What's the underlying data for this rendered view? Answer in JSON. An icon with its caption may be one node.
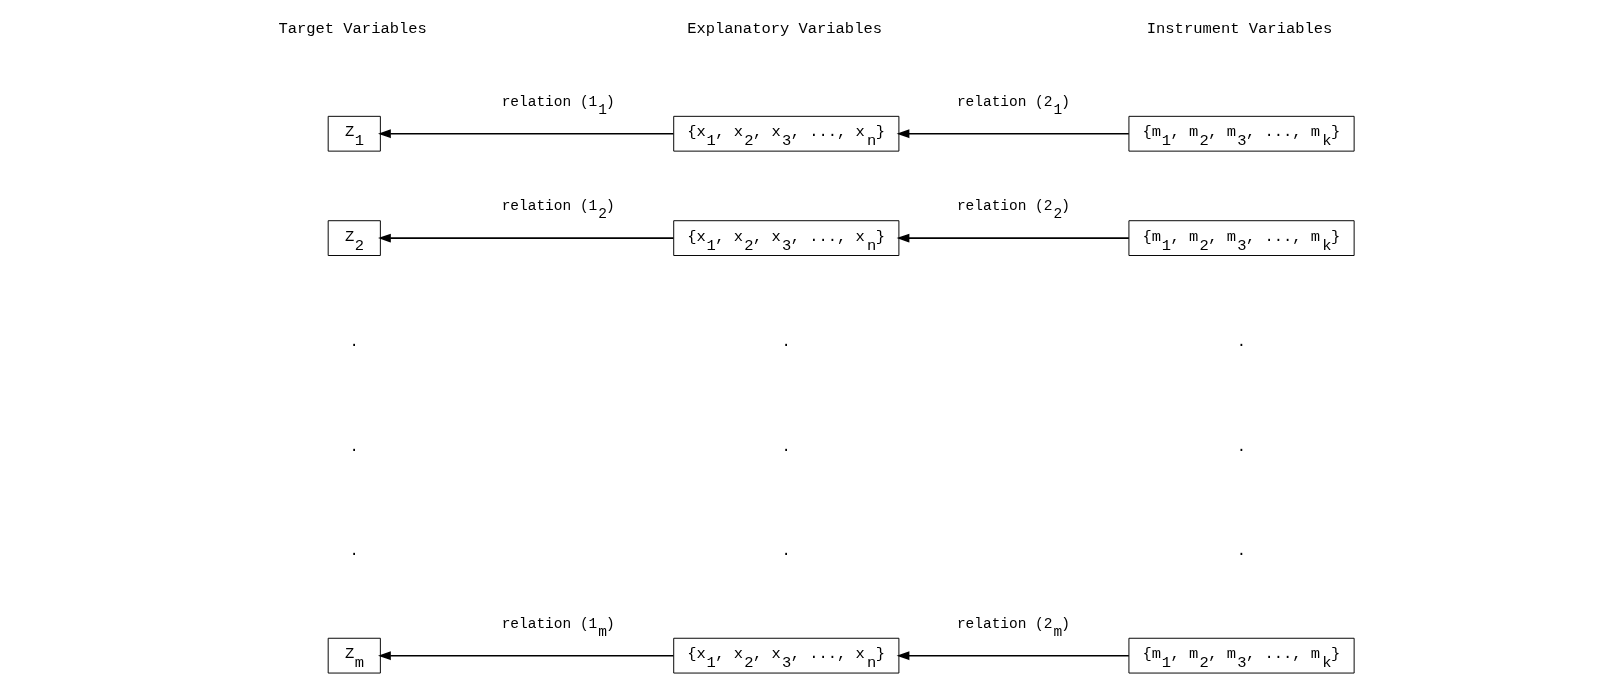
{
  "diagram": {
    "nodes": [
      {
        "text": [
          "Z$_{1}$"
        ]
      },
      {
        "text": [
          "{x$_{1}$, x$_{2}$, x$_{3}$, ..., x$_{n}$}"
        ]
      },
      {
        "text": [
          "{m$_{1}$, m$_{2}$, m$_{3}$, ..., m$_{k}$}"
        ]
      },
      {
        "text": [
          "Z$_{2}$"
        ]
      },
      {
        "text": [
          "{x$_{1}$, x$_{2}$, x$_{3}$, ..., x$_{n}$}"
        ]
      },
      {
        "text": [
          "{m$_{1}$, m$_{2}$, m$_{3}$, ..., m$_{k}$}"
        ]
      },
      {
        "text": [
          "Z$_{m}$"
        ]
      },
      {
        "text": [
          "{x$_{1}$, x$_{2}$, x$_{3}$, ..., x$_{n}$}"
        ]
      },
      {
        "text": [
          "{m$_{1}$, m$_{2}$, m$_{3}$, ..., m$_{k}$}"
        ]
      }
    ],
    "edges": [
      {
        "from": 1,
        "to": 0,
        "arrow": "to",
        "label": "relation (1$_{1}$)"
      },
      {
        "from": 2,
        "to": 1,
        "arrow": "to",
        "label": "relation (2$_{1}$)"
      },
      {
        "from": 4,
        "to": 3,
        "arrow": "to",
        "label": "relation (1$_{2}$)"
      },
      {
        "from": 5,
        "to": 4,
        "arrow": "to",
        "label": "relation (2$_{2}$)"
      },
      {
        "from": 7,
        "to": 6,
        "arrow": "to",
        "label": "relation (1$_{m}$)"
      },
      {
        "from": 8,
        "to": 7,
        "arrow": "to",
        "label": "relation (2$_{m}$)"
      }
    ],
    "labels": [
      "Target Variables",
      "Explanatory Variables",
      "Instrument Variables",
      ".",
      ".",
      ".",
      ".",
      ".",
      ".",
      ".",
      ".",
      "."
    ]
  }
}
